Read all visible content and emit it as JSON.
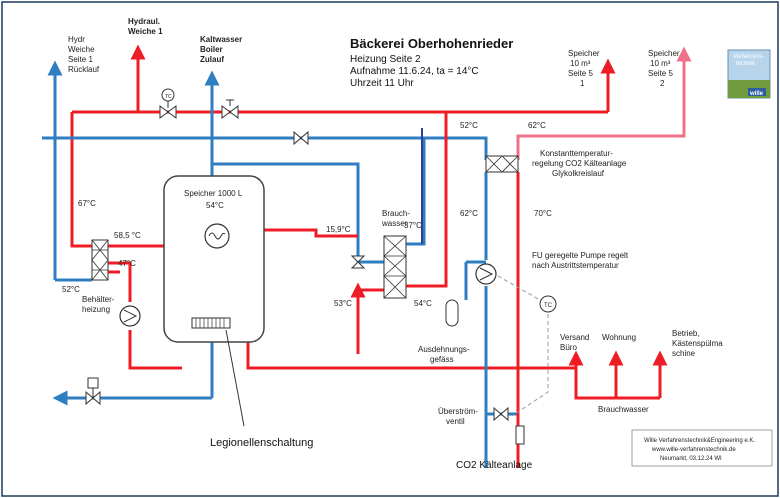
{
  "title": "Bäckerei Oberhohenrieder",
  "subtitle_lines": [
    "Heizung Seite 2",
    "Aufnahme 11.6.24, ta = 14°C",
    "Uhrzeit 11 Uhr"
  ],
  "top_labels": {
    "hydr_weiche_ruecklauf": [
      "Hydr",
      "Weiche",
      "Seite 1",
      "Rücklauf"
    ],
    "hydraul_weiche_1": [
      "Hydraul.",
      "Weiche 1"
    ],
    "kaltwasser": [
      "Kaltwasser",
      "Boiler",
      "Zulauf"
    ],
    "speicher_1": [
      "Speicher",
      "10 m³",
      "Seite 5",
      "1"
    ],
    "speicher_2": [
      "Speicher",
      "10 m³",
      "Seite 5",
      "2"
    ]
  },
  "components": {
    "speicher_1000": [
      "Speicher 1000 L",
      "54°C"
    ],
    "brauchwasser_hx": [
      "Brauch-",
      "wasser"
    ],
    "behaelterheizung": [
      "Behälter-",
      "heizung"
    ],
    "konstanttemp": [
      "Konstanttemperatur-",
      "regelung CO2 Kälteanlage",
      "Glykolkreislauf"
    ],
    "fu_pumpe": [
      "FU geregelte Pumpe regelt",
      "nach Austrittstemperatur"
    ],
    "ausdehnung": [
      "Ausdehnungs-",
      "gefäss"
    ],
    "ueberstroem": [
      "Überström-",
      "ventil"
    ],
    "legionellen": "Legionellenschaltung",
    "co2": "CO2 Kälteanlage",
    "brauchwasser_label": "Brauchwasser",
    "tc": "TC"
  },
  "consumers": {
    "versand": [
      "Versand",
      "Büro"
    ],
    "wohnung": [
      "Wohnung"
    ],
    "betrieb": [
      "Betrieb,",
      "Kästenspülma",
      "schine"
    ]
  },
  "temperatures": {
    "t_52_top_left": "52°C",
    "t_62_top_right": "62°C",
    "t_67": "67°C",
    "t_585": "58,5 °C",
    "t_47": "47°C",
    "t_52_left": "52°C",
    "t_159": "15,9°C",
    "t_37": "37°C",
    "t_53": "53°C",
    "t_54_hx": "54°C",
    "t_62_mid": "62°C",
    "t_70": "70°C"
  },
  "footer": [
    "Wille Verfahrenstechnik&Engineering e.K.",
    "www.wille-verfahrenstechnik.de",
    "Neumarkt, 03.12.24  WI"
  ],
  "logo": {
    "text_lines": [
      "Verfahrens-",
      "technik"
    ],
    "badge": "wille"
  },
  "colors": {
    "hot": "#ee1c25",
    "cold": "#2f7ec2",
    "pink": "#f0708a",
    "navy": "#2c3e96",
    "frame": "#1f3a5f"
  }
}
